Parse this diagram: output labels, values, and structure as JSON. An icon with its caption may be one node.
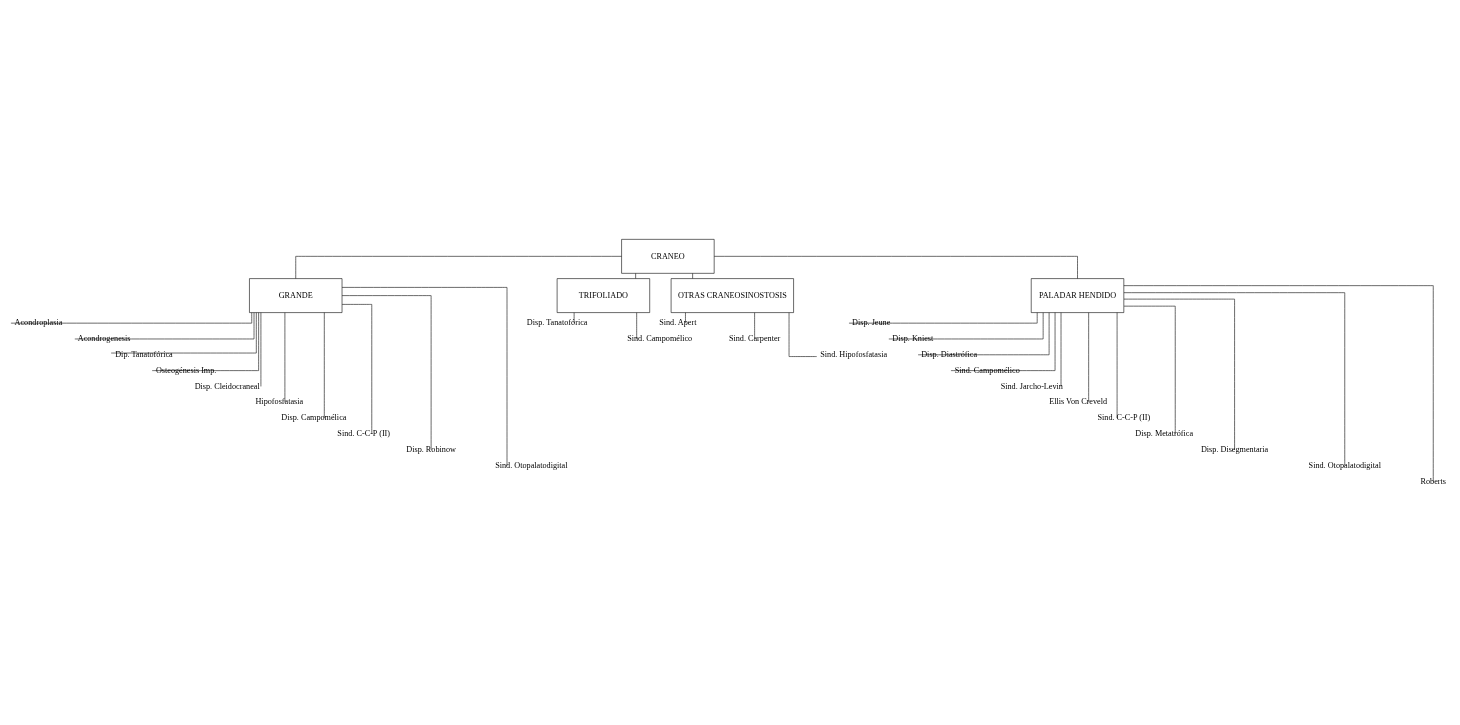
{
  "diagram": {
    "nodes": [
      {
        "text": [
          "CRANEO"
        ]
      },
      {
        "text": [
          "GRANDE"
        ]
      },
      {
        "text": [
          "TRIFOLIADO"
        ]
      },
      {
        "text": [
          "OTRAS CRANEOSINOSTOSIS"
        ]
      },
      {
        "text": [
          "PALADAR HENDIDO"
        ]
      },
      {
        "text": [
          "Acondroplasia"
        ]
      },
      {
        "text": [
          "Acondrogenesis"
        ]
      },
      {
        "text": [
          "Dip. Tanatofórica"
        ]
      },
      {
        "text": [
          "Osteogénesis Imp."
        ]
      },
      {
        "text": [
          "Disp. Cleidocraneal"
        ]
      },
      {
        "text": [
          "Hipofosfatasia"
        ]
      },
      {
        "text": [
          "Disp. Campomélica"
        ]
      },
      {
        "text": [
          "Sind. C-C-P (II)"
        ]
      },
      {
        "text": [
          "Disp. Robinow"
        ]
      },
      {
        "text": [
          "Sind. Otopalatodigital"
        ]
      },
      {
        "text": [
          "Disp. Tanatofórica"
        ]
      },
      {
        "text": [
          "Sind. Campomélico"
        ]
      },
      {
        "text": [
          "Sind. Apert"
        ]
      },
      {
        "text": [
          "Sind. Carpenter"
        ]
      },
      {
        "text": [
          "Sind. Hipofosfatasia"
        ]
      },
      {
        "text": [
          "Disp. Jeune"
        ]
      },
      {
        "text": [
          "Disp. Kniest"
        ]
      },
      {
        "text": [
          "Disp. Diastrófica"
        ]
      },
      {
        "text": [
          "Sind. Campomélico"
        ]
      },
      {
        "text": [
          "Sind. Jarcho-Levin"
        ]
      },
      {
        "text": [
          "Ellis Von Creveld"
        ]
      },
      {
        "text": [
          "Sind. C-C-P (II)"
        ]
      },
      {
        "text": [
          "Disp. Metatrófica"
        ]
      },
      {
        "text": [
          "Disp. Disegmentaria"
        ]
      },
      {
        "text": [
          "Sind. Otopalatodigital"
        ]
      },
      {
        "text": [
          "Roberts"
        ]
      }
    ],
    "edges": [
      {
        "from": 0,
        "to": 1,
        "arrow": "none"
      },
      {
        "from": 0,
        "to": 2,
        "arrow": "none"
      },
      {
        "from": 0,
        "to": 3,
        "arrow": "none"
      },
      {
        "from": 0,
        "to": 4,
        "arrow": "none"
      },
      {
        "from": 1,
        "to": 5,
        "arrow": "none"
      },
      {
        "from": 1,
        "to": 6,
        "arrow": "none"
      },
      {
        "from": 1,
        "to": 7,
        "arrow": "none"
      },
      {
        "from": 1,
        "to": 8,
        "arrow": "none"
      },
      {
        "from": 1,
        "to": 9,
        "arrow": "none"
      },
      {
        "from": 1,
        "to": 10,
        "arrow": "none"
      },
      {
        "from": 1,
        "to": 11,
        "arrow": "none"
      },
      {
        "from": 1,
        "to": 12,
        "arrow": "none"
      },
      {
        "from": 1,
        "to": 13,
        "arrow": "none"
      },
      {
        "from": 1,
        "to": 14,
        "arrow": "none"
      },
      {
        "from": 2,
        "to": 15,
        "arrow": "none"
      },
      {
        "from": 2,
        "to": 16,
        "arrow": "none"
      },
      {
        "from": 3,
        "to": 17,
        "arrow": "none"
      },
      {
        "from": 3,
        "to": 18,
        "arrow": "none"
      },
      {
        "from": 3,
        "to": 19,
        "arrow": "none"
      },
      {
        "from": 4,
        "to": 20,
        "arrow": "none"
      },
      {
        "from": 4,
        "to": 21,
        "arrow": "none"
      },
      {
        "from": 4,
        "to": 22,
        "arrow": "none"
      },
      {
        "from": 4,
        "to": 23,
        "arrow": "none"
      },
      {
        "from": 4,
        "to": 24,
        "arrow": "none"
      },
      {
        "from": 4,
        "to": 25,
        "arrow": "none"
      },
      {
        "from": 4,
        "to": 26,
        "arrow": "none"
      },
      {
        "from": 4,
        "to": 27,
        "arrow": "none"
      },
      {
        "from": 4,
        "to": 28,
        "arrow": "none"
      },
      {
        "from": 4,
        "to": 29,
        "arrow": "none"
      },
      {
        "from": 4,
        "to": 30,
        "arrow": "none"
      }
    ]
  }
}
